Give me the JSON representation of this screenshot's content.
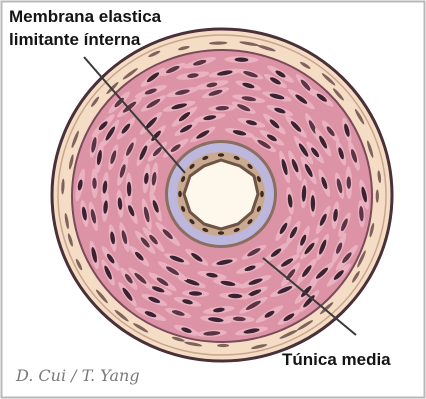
{
  "labels": {
    "membrana_line1": "Membrana elastica",
    "membrana_line2": "limitante ínterna",
    "tunica_media": "Túnica media"
  },
  "signature": "D. Cui / T. Yang",
  "colors": {
    "background": "#ffffff",
    "frame": "#b8b8b8",
    "adventitia": "#f4dcc5",
    "media": "#dc93a6",
    "media_light": "#ec b8c4",
    "nuclei": "#3a2230",
    "elastic_membrane": "#bdb7de",
    "endothelium": "#8a6e60",
    "lumen": "#fdf7ec",
    "leader_line": "#3a3a3a"
  }
}
